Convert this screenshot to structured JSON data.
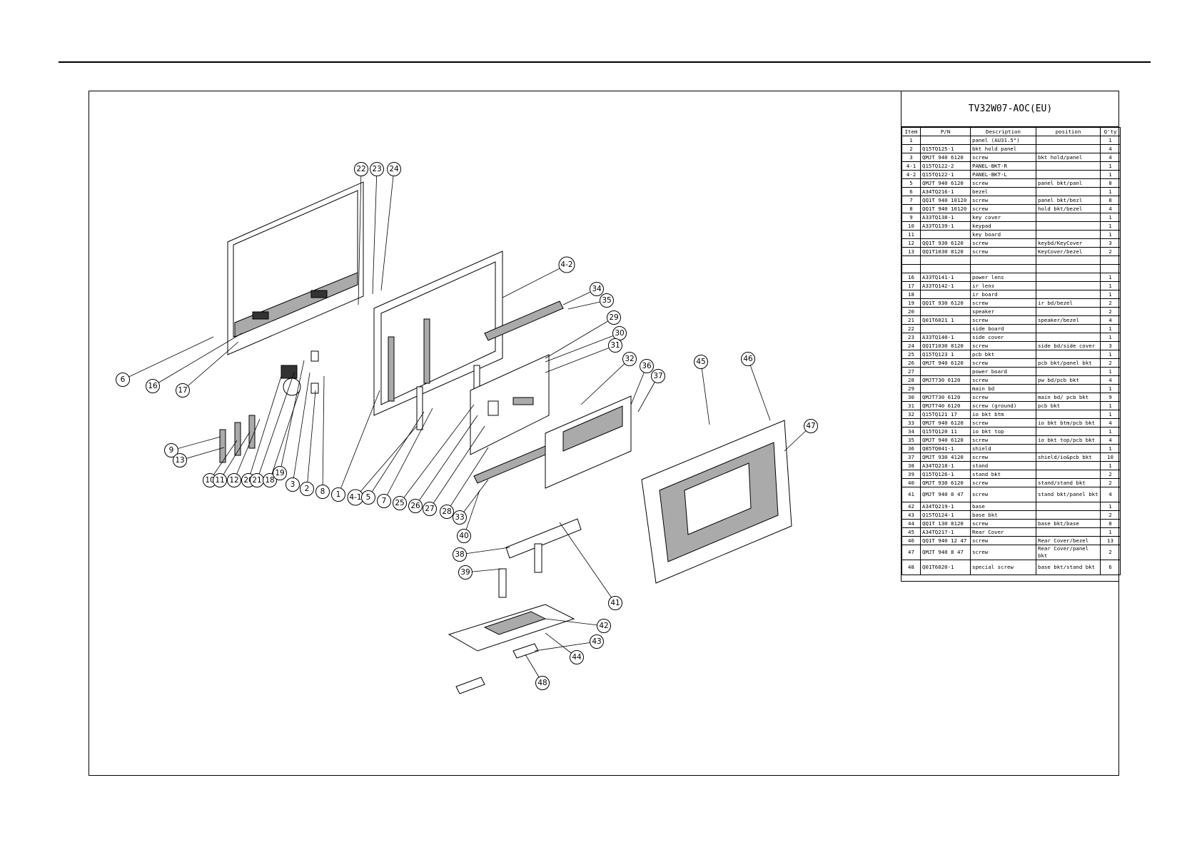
{
  "bom": {
    "title": "TV32W07-AOC(EU)",
    "headers": [
      "Item",
      "P/N",
      "Description",
      "position",
      "Q'ty"
    ],
    "rows": [
      {
        "item": "1",
        "pn": "",
        "desc": "panel (AU31.5\")",
        "pos": "",
        "qty": "1"
      },
      {
        "item": "2",
        "pn": "Q15TQ125-1",
        "desc": "bkt hold panel",
        "pos": "",
        "qty": "4"
      },
      {
        "item": "3",
        "pn": "QMJT 940 6120",
        "desc": "screw",
        "pos": "bkt hold/panel",
        "qty": "4"
      },
      {
        "item": "4-1",
        "pn": "Q15TQ122-2",
        "desc": "PANEL-BKT-R",
        "pos": "",
        "qty": "1"
      },
      {
        "item": "4-2",
        "pn": "Q15TQ122-1",
        "desc": "PANEL-BKT-L",
        "pos": "",
        "qty": "1"
      },
      {
        "item": "5",
        "pn": "QMJT 940 6120",
        "desc": "screw",
        "pos": "panel bkt/panl",
        "qty": "8"
      },
      {
        "item": "6",
        "pn": "A34TQ216-1",
        "desc": "bezel",
        "pos": "",
        "qty": "1"
      },
      {
        "item": "7",
        "pn": "QQ1T 940 10120",
        "desc": "screw",
        "pos": "panel bkt/bezl",
        "qty": "8"
      },
      {
        "item": "8",
        "pn": "QQ1T 940 10120",
        "desc": "screw",
        "pos": "hold bkt/bezel",
        "qty": "4"
      },
      {
        "item": "9",
        "pn": "A33TQ138-1",
        "desc": "key cover",
        "pos": "",
        "qty": "1"
      },
      {
        "item": "10",
        "pn": "A33TQ139-1",
        "desc": "keypad",
        "pos": "",
        "qty": "1"
      },
      {
        "item": "11",
        "pn": "",
        "desc": "key board",
        "pos": "",
        "qty": "1"
      },
      {
        "item": "12",
        "pn": "QQ1T 930 6120",
        "desc": "screw",
        "pos": "keybd/KeyCover",
        "qty": "3"
      },
      {
        "item": "13",
        "pn": "QQ1T1030 8120",
        "desc": "screw",
        "pos": "KeyCover/bezel",
        "qty": "2"
      },
      {
        "item": "",
        "pn": "",
        "desc": "",
        "pos": "",
        "qty": ""
      },
      {
        "item": "",
        "pn": "",
        "desc": "",
        "pos": "",
        "qty": ""
      },
      {
        "item": "16",
        "pn": "A33TQ141-1",
        "desc": "power lens",
        "pos": "",
        "qty": "1"
      },
      {
        "item": "17",
        "pn": "A33TQ142-1",
        "desc": "ir lens",
        "pos": "",
        "qty": "1"
      },
      {
        "item": "18",
        "pn": "",
        "desc": "ir board",
        "pos": "",
        "qty": "1"
      },
      {
        "item": "19",
        "pn": "QQ1T 930 6120",
        "desc": "screw",
        "pos": "ir bd/bezel",
        "qty": "2"
      },
      {
        "item": "20",
        "pn": "",
        "desc": "speaker",
        "pos": "",
        "qty": "2"
      },
      {
        "item": "21",
        "pn": "Q01T6021 1",
        "desc": "screw",
        "pos": "speaker/bezel",
        "qty": "4"
      },
      {
        "item": "22",
        "pn": "",
        "desc": "side board",
        "pos": "",
        "qty": "1"
      },
      {
        "item": "23",
        "pn": "A33TQ140-1",
        "desc": "side cover",
        "pos": "",
        "qty": "1"
      },
      {
        "item": "24",
        "pn": "QQ1T1030 8120",
        "desc": "screw",
        "pos": "side bd/side cover",
        "qty": "3"
      },
      {
        "item": "25",
        "pn": "Q15TQ123 1",
        "desc": "pcb bkt",
        "pos": "",
        "qty": "1"
      },
      {
        "item": "26",
        "pn": "QMJT 940 6120",
        "desc": "screw",
        "pos": "pcb bkt/panel bkt",
        "qty": "2"
      },
      {
        "item": "27",
        "pn": "",
        "desc": "power board",
        "pos": "",
        "qty": "1"
      },
      {
        "item": "28",
        "pn": "QMJT730 6120",
        "desc": "screw",
        "pos": "pw bd/pcb bkt",
        "qty": "4"
      },
      {
        "item": "29",
        "pn": "",
        "desc": "main bd",
        "pos": "",
        "qty": "1"
      },
      {
        "item": "30",
        "pn": "QMJT730 6120",
        "desc": "screw",
        "pos": "main bd/ pcb bkt",
        "qty": "9"
      },
      {
        "item": "31",
        "pn": "QMJT740 6120",
        "desc": "screw (ground)",
        "pos": "pcb bkt",
        "qty": "1"
      },
      {
        "item": "32",
        "pn": "Q15TQ121 17",
        "desc": "io bkt btm",
        "pos": "",
        "qty": "1"
      },
      {
        "item": "33",
        "pn": "QMJT 940 6120",
        "desc": "screw",
        "pos": "io bkt btm/pcb bkt",
        "qty": "4"
      },
      {
        "item": "34",
        "pn": "Q15TQ120 11",
        "desc": "io bkt top",
        "pos": "",
        "qty": "1"
      },
      {
        "item": "35",
        "pn": "QMJT 940 6120",
        "desc": "screw",
        "pos": "io bkt top/pcb bkt",
        "qty": "4"
      },
      {
        "item": "36",
        "pn": "Q85TQ041-1",
        "desc": "shield",
        "pos": "",
        "qty": "1"
      },
      {
        "item": "37",
        "pn": "QMJT 930 4120",
        "desc": "screw",
        "pos": "shield/io&pcb bkt",
        "qty": "10"
      },
      {
        "item": "38",
        "pn": "A34TQ218-1",
        "desc": "stand",
        "pos": "",
        "qty": "1"
      },
      {
        "item": "39",
        "pn": "Q15TQ126-1",
        "desc": "stand bkt",
        "pos": "",
        "qty": "2"
      },
      {
        "item": "40",
        "pn": "QMJT 930 6120",
        "desc": "screw",
        "pos": "stand/stand bkt",
        "qty": "2"
      },
      {
        "item": "41",
        "pn": "QMJT 940 8 47",
        "desc": "screw",
        "pos": "stand bkt/panel bkt",
        "qty": "4",
        "tall": true
      },
      {
        "item": "42",
        "pn": "A34TQ219-1",
        "desc": "base",
        "pos": "",
        "qty": "1"
      },
      {
        "item": "43",
        "pn": "Q15TQ124-1",
        "desc": "base bkt",
        "pos": "",
        "qty": "2"
      },
      {
        "item": "44",
        "pn": "QQ1T 130 8120",
        "desc": "screw",
        "pos": "base bkt/base",
        "qty": "8"
      },
      {
        "item": "45",
        "pn": "A34TQ217-1",
        "desc": "Rear Cover",
        "pos": "",
        "qty": "1"
      },
      {
        "item": "46",
        "pn": "QQ1T 940 12 47",
        "desc": "screw",
        "pos": "Rear Cover/bezel",
        "qty": "13"
      },
      {
        "item": "47",
        "pn": "QMJT 940 8 47",
        "desc": "screw",
        "pos": "Rear Cover/panel bkt",
        "qty": "2",
        "tall": true
      },
      {
        "item": "48",
        "pn": "Q01T6020-1",
        "desc": "special screw",
        "pos": "base bkt/stand bkt",
        "qty": "6",
        "tall": true
      }
    ]
  },
  "callouts": [
    "6",
    "16",
    "17",
    "9",
    "13",
    "10",
    "11",
    "12",
    "20",
    "21",
    "18",
    "19",
    "3",
    "2",
    "8",
    "1",
    "4-1",
    "5",
    "7",
    "25",
    "26",
    "27",
    "28",
    "33",
    "40",
    "38",
    "39",
    "22",
    "23",
    "24",
    "4-2",
    "34",
    "35",
    "29",
    "30",
    "31",
    "32",
    "36",
    "37",
    "45",
    "46",
    "47",
    "41",
    "42",
    "43",
    "44",
    "48"
  ]
}
